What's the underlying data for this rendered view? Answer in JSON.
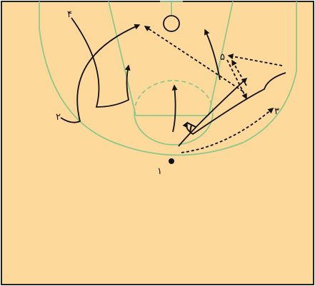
{
  "court": {
    "background_color": "#fdd99b",
    "line_color": "#8fc98a",
    "border_color": "#222222",
    "movement_color": "#111111"
  },
  "labels": {
    "player_1": "١",
    "player_2": "٢",
    "player_3": "٣",
    "player_4": "۴",
    "player_5": "۵"
  },
  "markers": {
    "ball_handler": "filled-circle",
    "passes": "dashed-arrow",
    "cuts": "solid-arrow",
    "screen": "t-bar"
  }
}
